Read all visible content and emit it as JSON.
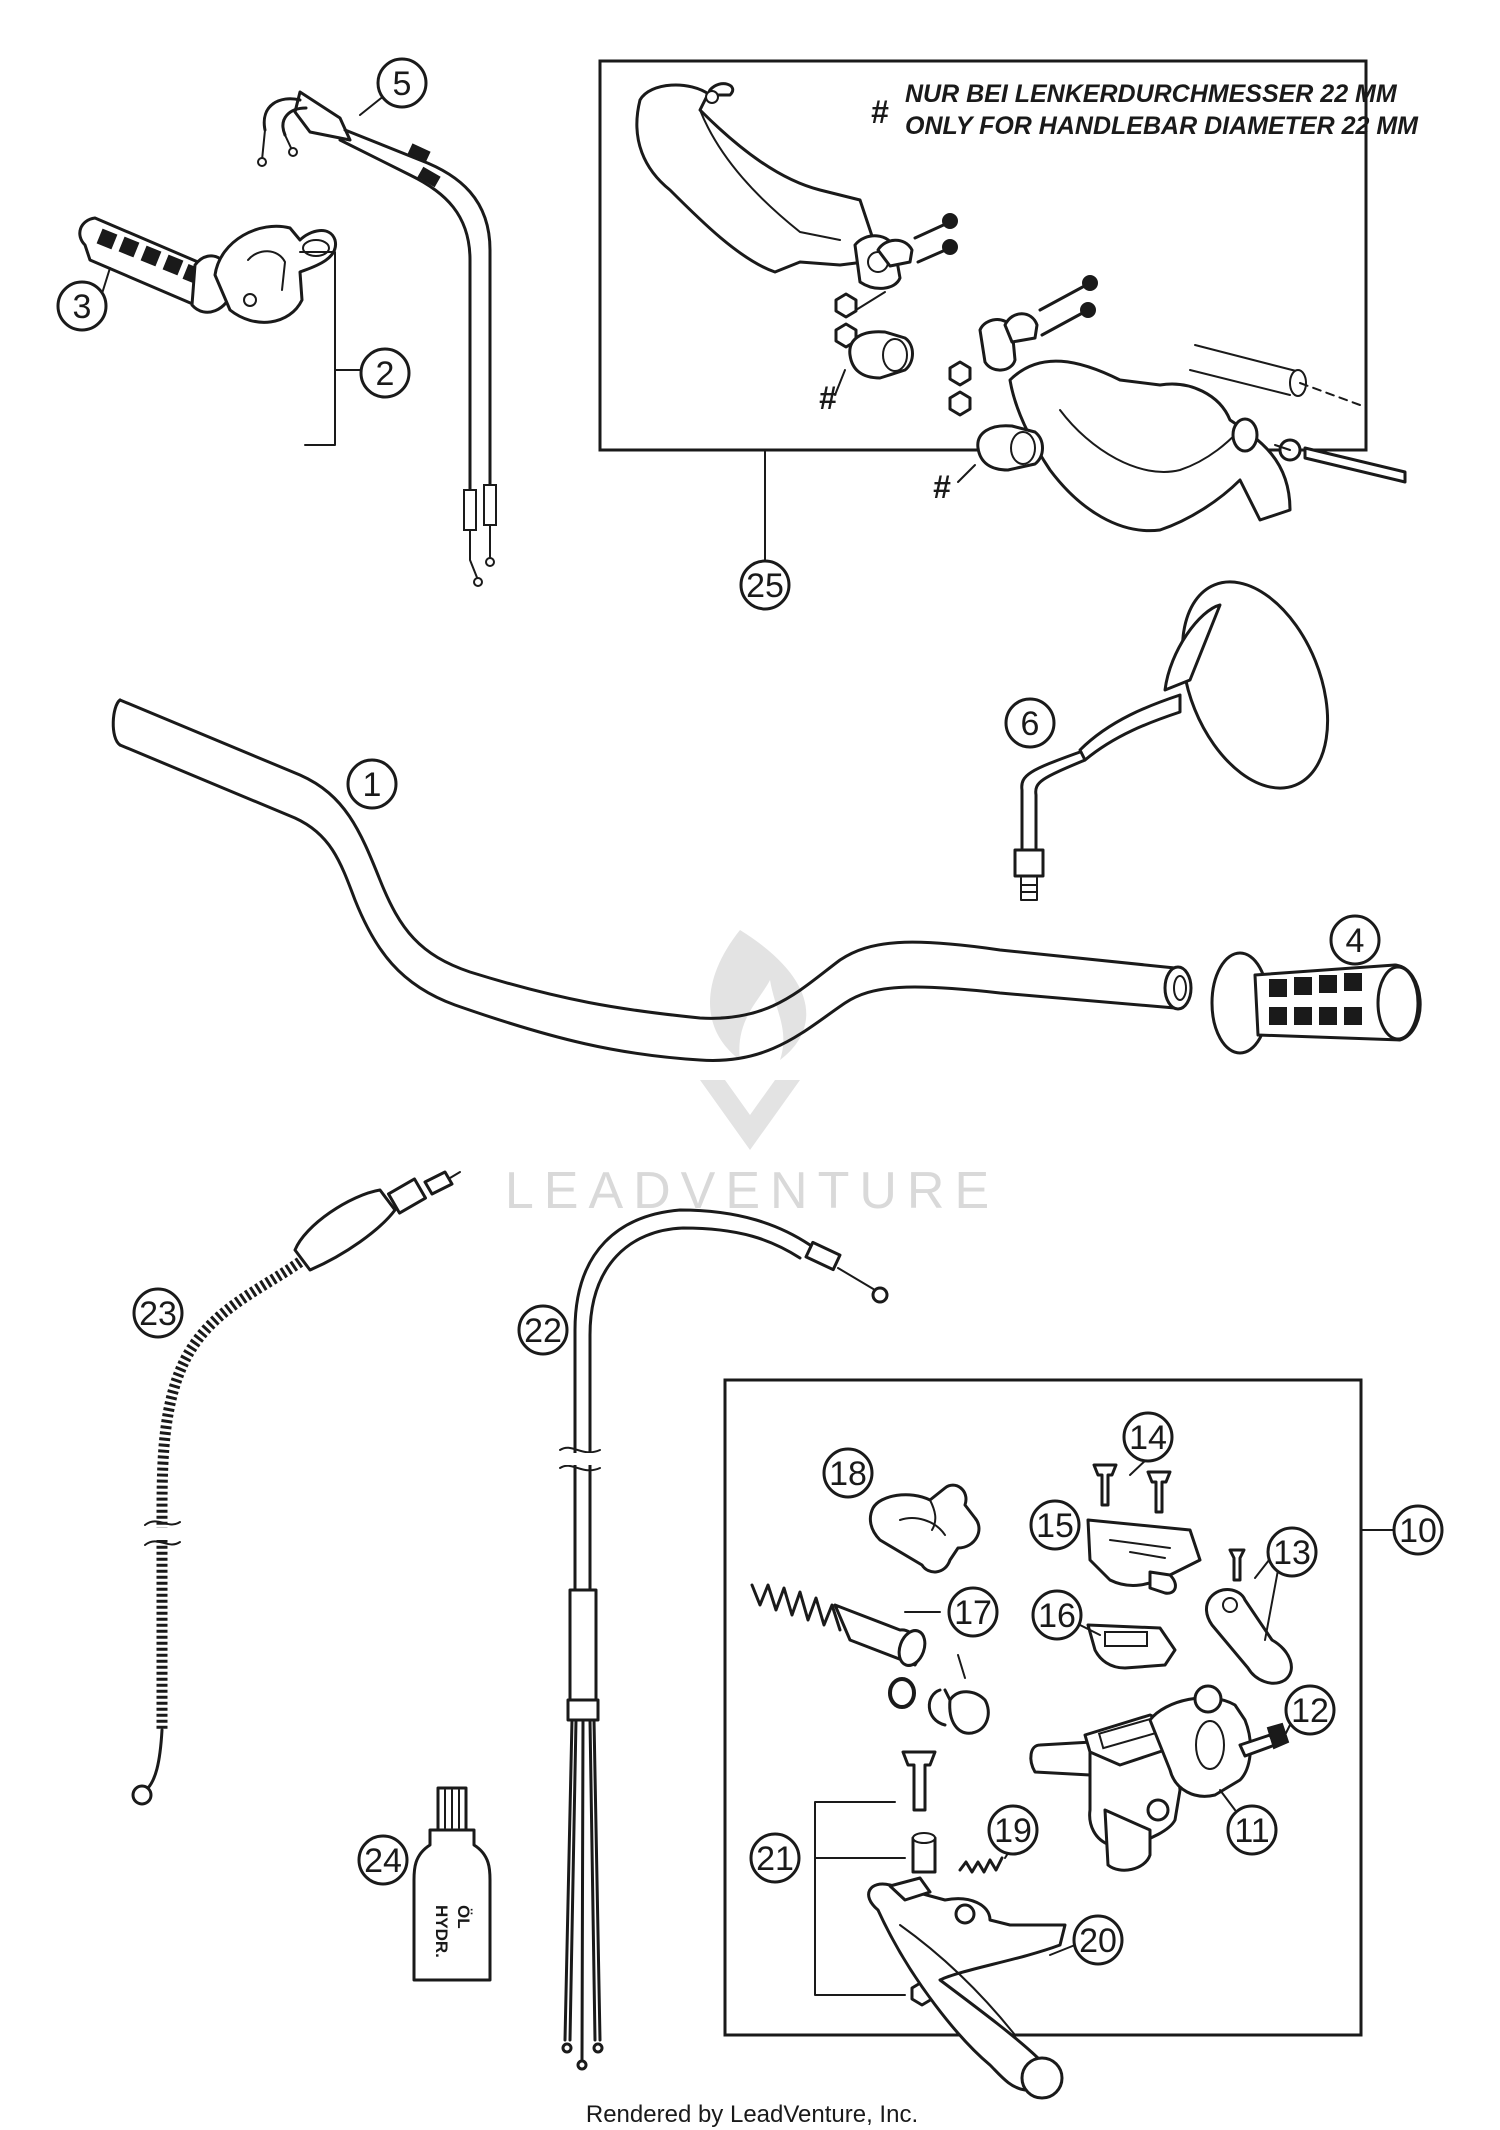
{
  "diagram": {
    "note": {
      "symbol": "#",
      "line1": "NUR BEI LENKERDURCHMESSER 22 MM",
      "line2": "ONLY FOR HANDLEBAR DIAMETER 22 MM"
    },
    "hash_marker": "#",
    "bottle_label_1": "HYDR.",
    "bottle_label_2": "ÖL",
    "watermark": "LEADVENTURE",
    "footer": "Rendered by LeadVenture, Inc.",
    "callouts": {
      "c1": "1",
      "c2": "2",
      "c3": "3",
      "c4": "4",
      "c5": "5",
      "c6": "6",
      "c10": "10",
      "c11": "11",
      "c12": "12",
      "c13": "13",
      "c14": "14",
      "c15": "15",
      "c16": "16",
      "c17": "17",
      "c18": "18",
      "c19": "19",
      "c20": "20",
      "c21": "21",
      "c22": "22",
      "c23": "23",
      "c24": "24",
      "c25": "25"
    }
  }
}
